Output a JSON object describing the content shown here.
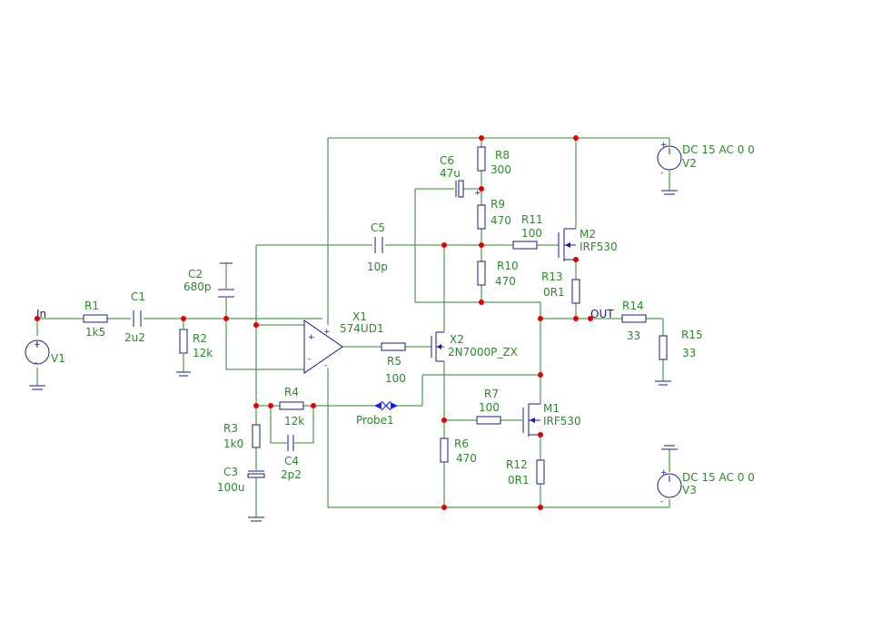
{
  "components": {
    "V1": {
      "label": "V1"
    },
    "R1": {
      "label": "R1",
      "value": "1k5"
    },
    "C1": {
      "label": "C1",
      "value": "2u2"
    },
    "R2": {
      "label": "R2",
      "value": "12k"
    },
    "C2": {
      "label": "C2",
      "value": "680p"
    },
    "X1": {
      "label": "X1",
      "value": "574UD1"
    },
    "R5": {
      "label": "R5",
      "value": "100"
    },
    "X2": {
      "label": "X2",
      "value": "2N7000P_ZX"
    },
    "C5": {
      "label": "C5",
      "value": "10p"
    },
    "C6": {
      "label": "C6",
      "value": "47u"
    },
    "R8": {
      "label": "R8",
      "value": "300"
    },
    "R9": {
      "label": "R9",
      "value": "470"
    },
    "R10": {
      "label": "R10",
      "value": "470"
    },
    "R11": {
      "label": "R11",
      "value": "100"
    },
    "M2": {
      "label": "M2",
      "value": "IRF530"
    },
    "R13": {
      "label": "R13",
      "value": "0R1"
    },
    "R14": {
      "label": "R14",
      "value": "33"
    },
    "R15": {
      "label": "R15",
      "value": "33"
    },
    "V2": {
      "label": "V2",
      "value": "DC 15 AC 0 0"
    },
    "V3": {
      "label": "V3",
      "value": "DC 15 AC 0 0"
    },
    "R3": {
      "label": "R3",
      "value": "1k0"
    },
    "C3": {
      "label": "C3",
      "value": "100u"
    },
    "R4": {
      "label": "R4",
      "value": "12k"
    },
    "C4": {
      "label": "C4",
      "value": "2p2"
    },
    "R6": {
      "label": "R6",
      "value": "470"
    },
    "R7": {
      "label": "R7",
      "value": "100"
    },
    "M1": {
      "label": "M1",
      "value": "IRF530"
    },
    "R12": {
      "label": "R12",
      "value": "0R1"
    },
    "Probe1": {
      "label": "Probe1"
    }
  },
  "nets": {
    "in": "In",
    "out": "OUT"
  },
  "pins": {
    "plus": "+",
    "minus": "-"
  },
  "colors": {
    "wire": "#2a8a2a",
    "component": "#1a1a8c",
    "junction": "#e00000",
    "probe": "#1a1aff"
  }
}
